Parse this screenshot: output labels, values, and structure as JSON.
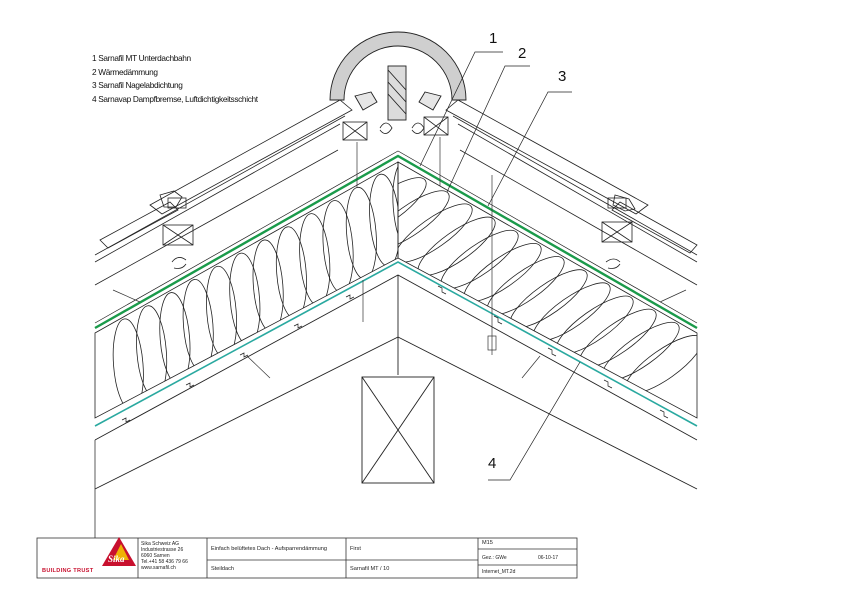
{
  "legend": {
    "items": [
      "1 Sarnafil MT Unterdachbahn",
      "2 Wärmedämmung",
      "3 Sarnafil Nagelabdichtung",
      "4 Sarnavap Dampfbremse, Luftdichtigkeitsschicht"
    ]
  },
  "callouts": [
    "1",
    "2",
    "3",
    "4"
  ],
  "title_block": {
    "brand": "BUILDING TRUST",
    "logo_text": "Sika",
    "address": [
      "Sika Schweiz AG",
      "Industriestrasse 26",
      "6060 Sarnen",
      "Tel.+41 58 436 79 66",
      "www.sarnafil.ch"
    ],
    "description": "Einfach belüftetes Dach - Aufsparrendämmung",
    "detail": "First",
    "roof_type": "Steildach",
    "product": "Sarnafil MT / 10",
    "drawing_no": "M15",
    "drawn_by": "Gez.: GWe",
    "date": "06-10-17",
    "file": "Internet_MT.2d"
  },
  "colors": {
    "membrane": "#1a9a4a",
    "vapor_barrier": "#2aa9a0",
    "line": "#222222",
    "brand_red": "#c8102e"
  }
}
